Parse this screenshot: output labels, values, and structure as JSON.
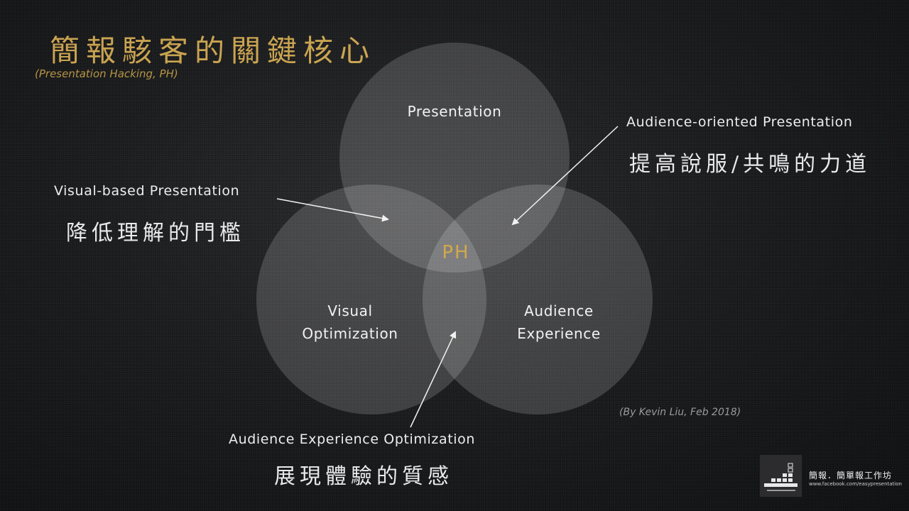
{
  "title": "簡報駭客的關鍵核心",
  "subtitle": "(Presentation Hacking, PH)",
  "circles": {
    "top": "Presentation",
    "left_line1": "Visual",
    "left_line2": "Optimization",
    "right_line1": "Audience",
    "right_line2": "Experience",
    "center": "PH"
  },
  "annotations": {
    "visual_based_en": "Visual-based Presentation",
    "visual_based_zh": "降低理解的門檻",
    "audience_oriented_en": "Audience-oriented Presentation",
    "audience_oriented_zh": "提高說服/共鳴的力道",
    "audience_experience_opt_en": "Audience Experience Optimization",
    "audience_experience_opt_zh": "展現體驗的質感"
  },
  "credit": "(By Kevin Liu, Feb 2018)",
  "logo": {
    "name": "簡報．簡單報工作坊",
    "url": "www.facebook.com/easypresentation"
  },
  "colors": {
    "title_gold": "#caa451",
    "ph_gold": "#d2a94a",
    "circle_fill": "rgba(255,255,255,0.16)",
    "background": "#17181a"
  }
}
